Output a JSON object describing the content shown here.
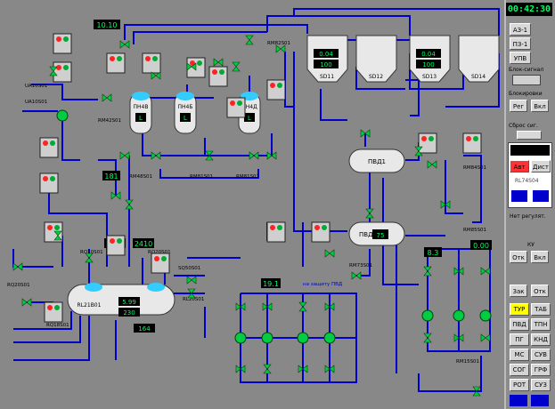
{
  "clock": "00:42:30",
  "top_value": "10.10",
  "bunkers": [
    {
      "label": "SD11",
      "p": "0.04",
      "l": "100"
    },
    {
      "label": "SD12"
    },
    {
      "label": "SD13",
      "p": "0.04",
      "l": "100"
    },
    {
      "label": "SD14"
    }
  ],
  "tanks": [
    {
      "label": "ПН4В"
    },
    {
      "label": "ПН4Б"
    },
    {
      "label": "ПН4Д"
    }
  ],
  "pvd1": "ПВД1",
  "pvd2": {
    "label": "ПВД2",
    "l": "75"
  },
  "deaerator": {
    "label": "RL21B01",
    "p": "5.99",
    "l": "230",
    "t": "164"
  },
  "values": {
    "v181": "181",
    "v2410a": "2410",
    "v2410b": "2410",
    "v191": "19.1",
    "v83": "8.3",
    "v000": "0.00"
  },
  "tag_labels": {
    "rm48": "RM48S01",
    "rm81a": "RM81S01",
    "rm81b": "RM81S01",
    "rm42": "RM42S01",
    "rq20": "RQ20S01",
    "rq10": "RQ10S01",
    "rm84": "RM84S01",
    "rm85": "RM85S01",
    "rm73": "RM73S01",
    "rq20b": "RQ20S01",
    "rl20": "RL20S01",
    "rm15": "RM15S01",
    "rq18": "RQ18S01",
    "rm82": "RM82S01",
    "sq50": "SQ50S01",
    "ua10a": "UA10S01",
    "ua10b": "UA10S01",
    "to_pvd": "на защиту ПВД"
  },
  "side_panel": {
    "a3": "АЗ-1",
    "pz": "ПЗ-1",
    "uvp": "УПВ",
    "block_label": "Блок-сигнал",
    "blocking_label": "Блокировки",
    "reg": "Рег",
    "vkl": "Вкл",
    "sbros": "Сброс сиг.",
    "avt": "Авт",
    "dist": "Дист",
    "tag": "RL74S04",
    "noreg": "Нет регулят.",
    "ku": "КУ",
    "otk1": "Отк",
    "vkl2": "Вкл",
    "zak": "Зак",
    "otk2": "Отк",
    "buttons": [
      "ТУР",
      "ТАБ",
      "ПВД",
      "ТПН",
      "ПГ",
      "КНД",
      "МС",
      "СУВ",
      "СОГ",
      "ГРФ",
      "РОТ",
      "СУЗ"
    ]
  }
}
